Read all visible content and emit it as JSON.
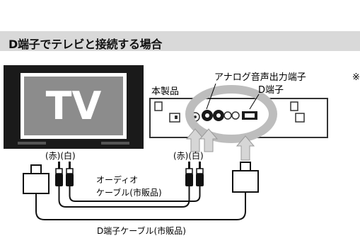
{
  "section": {
    "title": "D端子でテレビと接続する場合"
  },
  "tv": {
    "screen_text": "TV"
  },
  "device": {
    "label": "本製品",
    "analog_audio_label": "アナログ音声出力端子",
    "d_terminal_label": "D端子"
  },
  "cables": {
    "left_connectors": "(赤)(白)",
    "right_connectors": "(赤)(白)",
    "audio_cable_line1": "オーディオ",
    "audio_cable_line2": "ケーブル(市販品)",
    "d_cable_label": "D端子ケーブル(市販品)"
  },
  "footnote_mark": "※",
  "colors": {
    "header_bg": "#d9d9d9",
    "highlight_ring": "#bdbdbd",
    "arrow_fill": "#d6d6d6",
    "tv_frame": "#1a1a1a",
    "tv_screen": "#8c8c8c"
  }
}
